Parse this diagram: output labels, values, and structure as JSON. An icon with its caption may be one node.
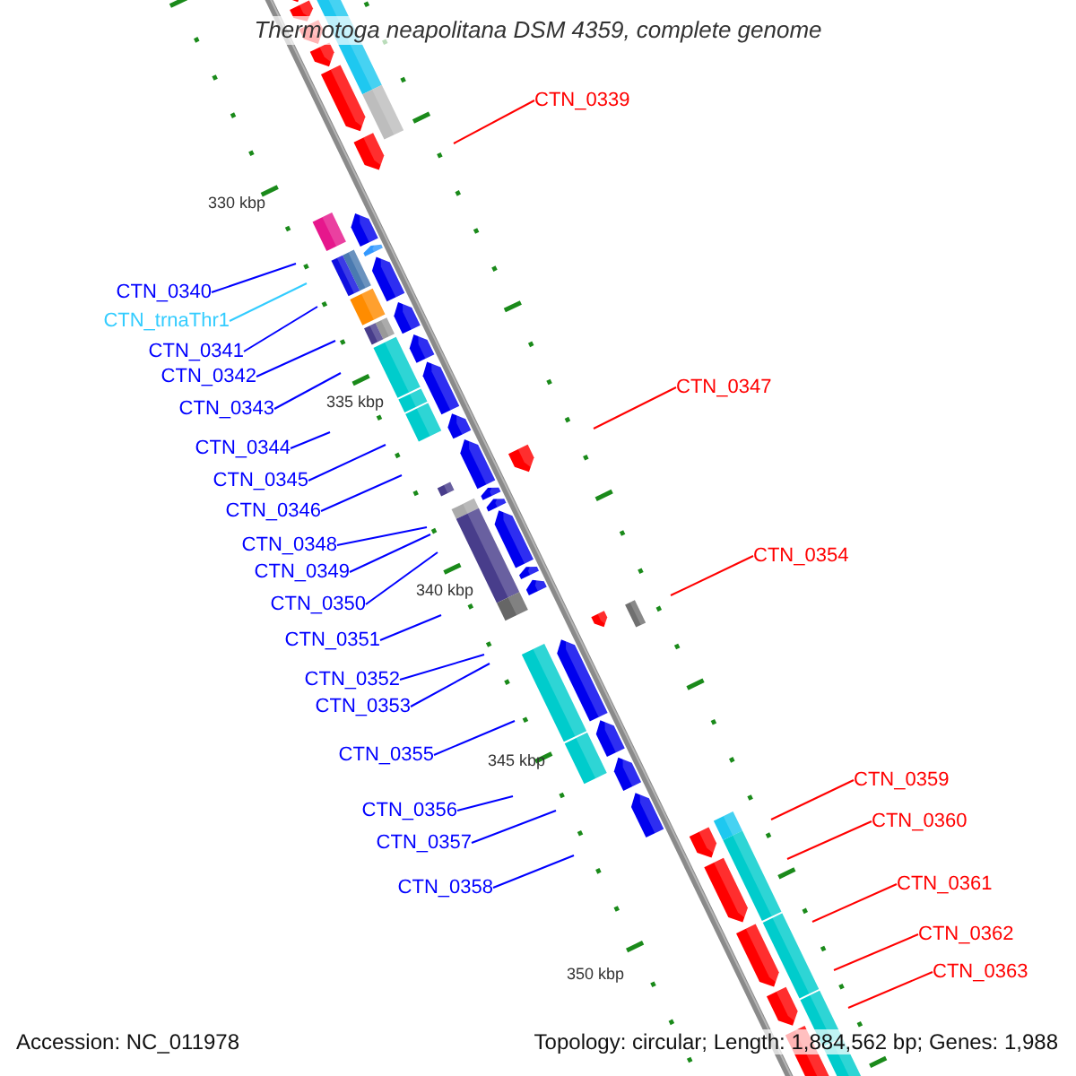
{
  "diagram": {
    "title": "Thermotoga neapolitana DSM 4359, complete genome",
    "nodes": [
      {
        "text": [
          "CTN_0339"
        ]
      },
      {
        "text": [
          "CTN_0340"
        ]
      },
      {
        "text": [
          "CTN_trnaThr1"
        ]
      },
      {
        "text": [
          "CTN_0341"
        ]
      },
      {
        "text": [
          "CTN_0342"
        ]
      },
      {
        "text": [
          "CTN_0347"
        ]
      },
      {
        "text": [
          "CTN_0343"
        ]
      },
      {
        "text": [
          "CTN_0344"
        ]
      },
      {
        "text": [
          "CTN_0345"
        ]
      },
      {
        "text": [
          "CTN_0346"
        ]
      },
      {
        "text": [
          "CTN_0348"
        ]
      },
      {
        "text": [
          "CTN_0349"
        ]
      },
      {
        "text": [
          "CTN_0354"
        ]
      },
      {
        "text": [
          "CTN_0350"
        ]
      },
      {
        "text": [
          "CTN_0351"
        ]
      },
      {
        "text": [
          "CTN_0352"
        ]
      },
      {
        "text": [
          "CTN_0353"
        ]
      },
      {
        "text": [
          "CTN_0355"
        ]
      },
      {
        "text": [
          "CTN_0359"
        ]
      },
      {
        "text": [
          "CTN_0356"
        ]
      },
      {
        "text": [
          "CTN_0360"
        ]
      },
      {
        "text": [
          "CTN_0357"
        ]
      },
      {
        "text": [
          "CTN_0361"
        ]
      },
      {
        "text": [
          "CTN_0358"
        ]
      },
      {
        "text": [
          "CTN_0362"
        ]
      },
      {
        "text": [
          "CTN_0363"
        ]
      }
    ],
    "edges": [
      {
        "from": 0,
        "to": null,
        "arrow": "none",
        "color": "#ff0000"
      },
      {
        "from": 1,
        "to": null,
        "arrow": "none"
      },
      {
        "from": 2,
        "to": null,
        "arrow": "none",
        "color": "#33ccff"
      },
      {
        "from": 3,
        "to": null,
        "arrow": "none"
      },
      {
        "from": 4,
        "to": null,
        "arrow": "none"
      },
      {
        "from": 5,
        "to": null,
        "arrow": "none",
        "color": "#ff0000"
      },
      {
        "from": 6,
        "to": null,
        "arrow": "none"
      },
      {
        "from": 7,
        "to": null,
        "arrow": "none"
      },
      {
        "from": 8,
        "to": null,
        "arrow": "none"
      },
      {
        "from": 9,
        "to": null,
        "arrow": "none"
      },
      {
        "from": 10,
        "to": null,
        "arrow": "none"
      },
      {
        "from": 11,
        "to": null,
        "arrow": "none"
      },
      {
        "from": 12,
        "to": null,
        "arrow": "none",
        "color": "#ff0000"
      },
      {
        "from": 13,
        "to": null,
        "arrow": "none"
      },
      {
        "from": 14,
        "to": null,
        "arrow": "none"
      },
      {
        "from": 15,
        "to": null,
        "arrow": "none"
      },
      {
        "from": 16,
        "to": null,
        "arrow": "none"
      },
      {
        "from": 17,
        "to": null,
        "arrow": "none"
      },
      {
        "from": 18,
        "to": null,
        "arrow": "none",
        "color": "#ff0000"
      },
      {
        "from": 19,
        "to": null,
        "arrow": "none"
      },
      {
        "from": 20,
        "to": null,
        "arrow": "none",
        "color": "#ff0000"
      },
      {
        "from": 21,
        "to": null,
        "arrow": "none"
      },
      {
        "from": 22,
        "to": null,
        "arrow": "none",
        "color": "#ff0000"
      },
      {
        "from": 23,
        "to": null,
        "arrow": "none"
      },
      {
        "from": 24,
        "to": null,
        "arrow": "none",
        "color": "#ff0000"
      },
      {
        "from": 25,
        "to": null,
        "arrow": "none",
        "color": "#ff0000"
      }
    ],
    "labels": [
      "330 kbp",
      "335 kbp",
      "340 kbp",
      "345 kbp",
      "350 kbp",
      "Accession: NC_011978",
      "Topology: circular; Length: 1,884,562 bp; Genes: 1,988"
    ]
  }
}
